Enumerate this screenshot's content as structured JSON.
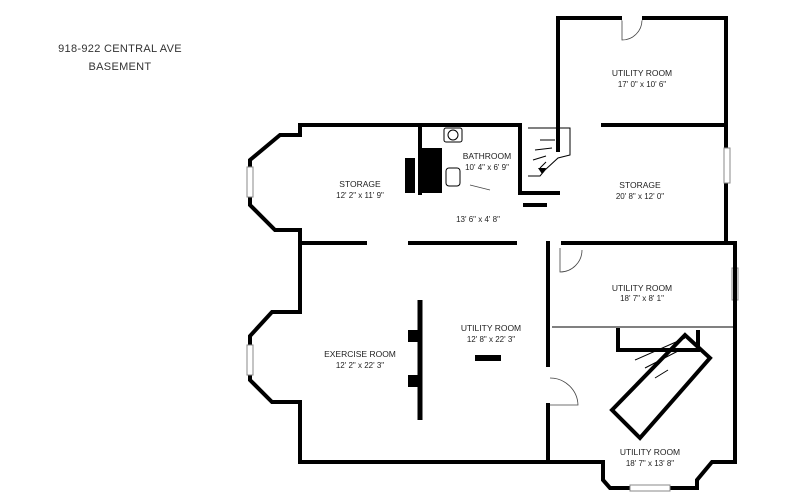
{
  "header": {
    "address": "918-922 CENTRAL AVE",
    "level": "BASEMENT"
  },
  "rooms": [
    {
      "name": "UTILITY ROOM",
      "size": "17' 0\" x 10' 6\""
    },
    {
      "name": "BATHROOM",
      "size": "10' 4\" x 6' 9\""
    },
    {
      "name": "STORAGE",
      "size": "12' 2\" x 11' 9\""
    },
    {
      "name": "STORAGE",
      "size": "20' 8\" x 12' 0\""
    },
    {
      "name": "",
      "size": "13' 6\" x 4' 8\""
    },
    {
      "name": "UTILITY ROOM",
      "size": "18' 7\" x 8' 1\""
    },
    {
      "name": "UTILITY ROOM",
      "size": "12' 8\" x 22' 3\""
    },
    {
      "name": "EXERCISE ROOM",
      "size": "12' 2\" x 22' 3\""
    },
    {
      "name": "UTILITY ROOM",
      "size": "18' 7\" x 13' 8\""
    }
  ]
}
